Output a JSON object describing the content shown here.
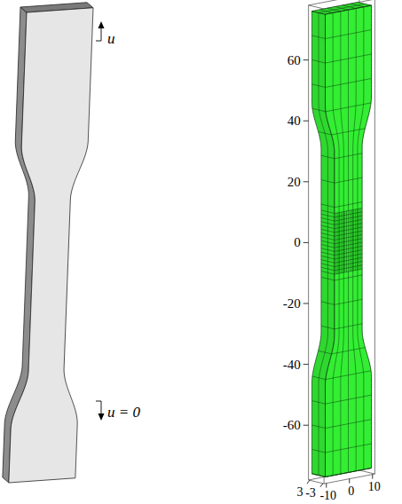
{
  "diagram": {
    "labels": [
      "u",
      "u = 0",
      "60",
      "40",
      "20",
      "0",
      "-20",
      "-40",
      "-60",
      "3",
      "-3",
      "-10",
      "0",
      "10"
    ]
  }
}
